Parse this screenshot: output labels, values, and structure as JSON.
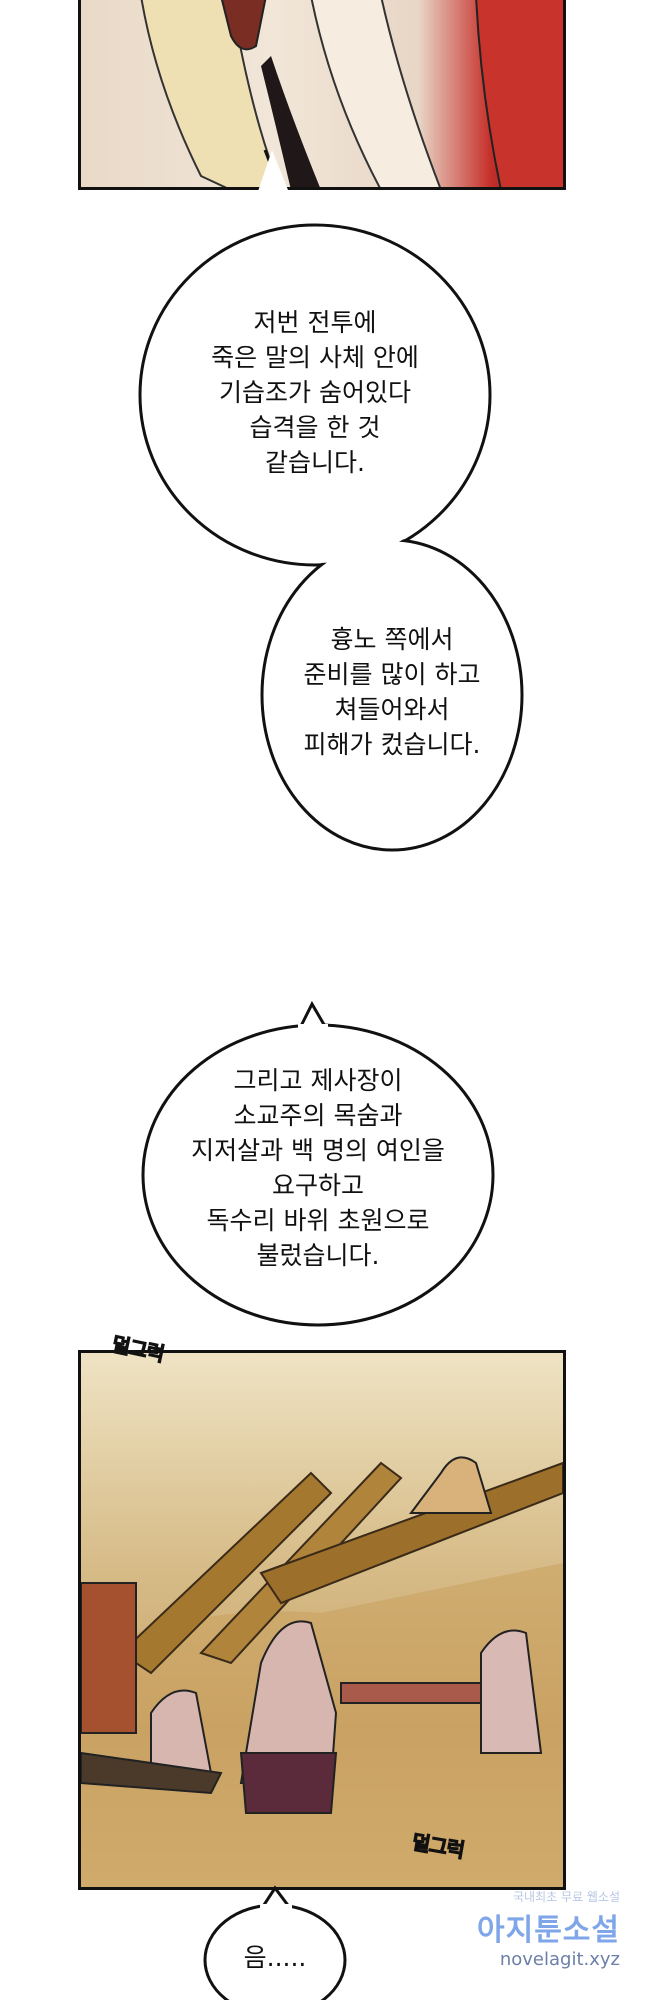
{
  "bubbles": {
    "b1": [
      "저번 전투에",
      "죽은 말의 사체 안에",
      "기습조가 숨어있다",
      "습격을 한 것",
      "같습니다."
    ],
    "b2": [
      "흉노 쪽에서",
      "준비를 많이 하고",
      "쳐들어와서",
      "피해가 컸습니다."
    ],
    "b3": [
      "그리고 제사장이",
      "소교주의 목숨과",
      "지저살과 백 명의 여인을",
      "요구하고",
      "독수리 바위 초원으로",
      "불렀습니다."
    ],
    "b4": [
      "음....."
    ]
  },
  "sfx": {
    "top": "덜그럭",
    "bottom": "덜그럭"
  },
  "watermark": {
    "line1": "국내최초 무료 웹소설",
    "line2": "아지툰소설",
    "line3": "novelagit.xyz"
  }
}
